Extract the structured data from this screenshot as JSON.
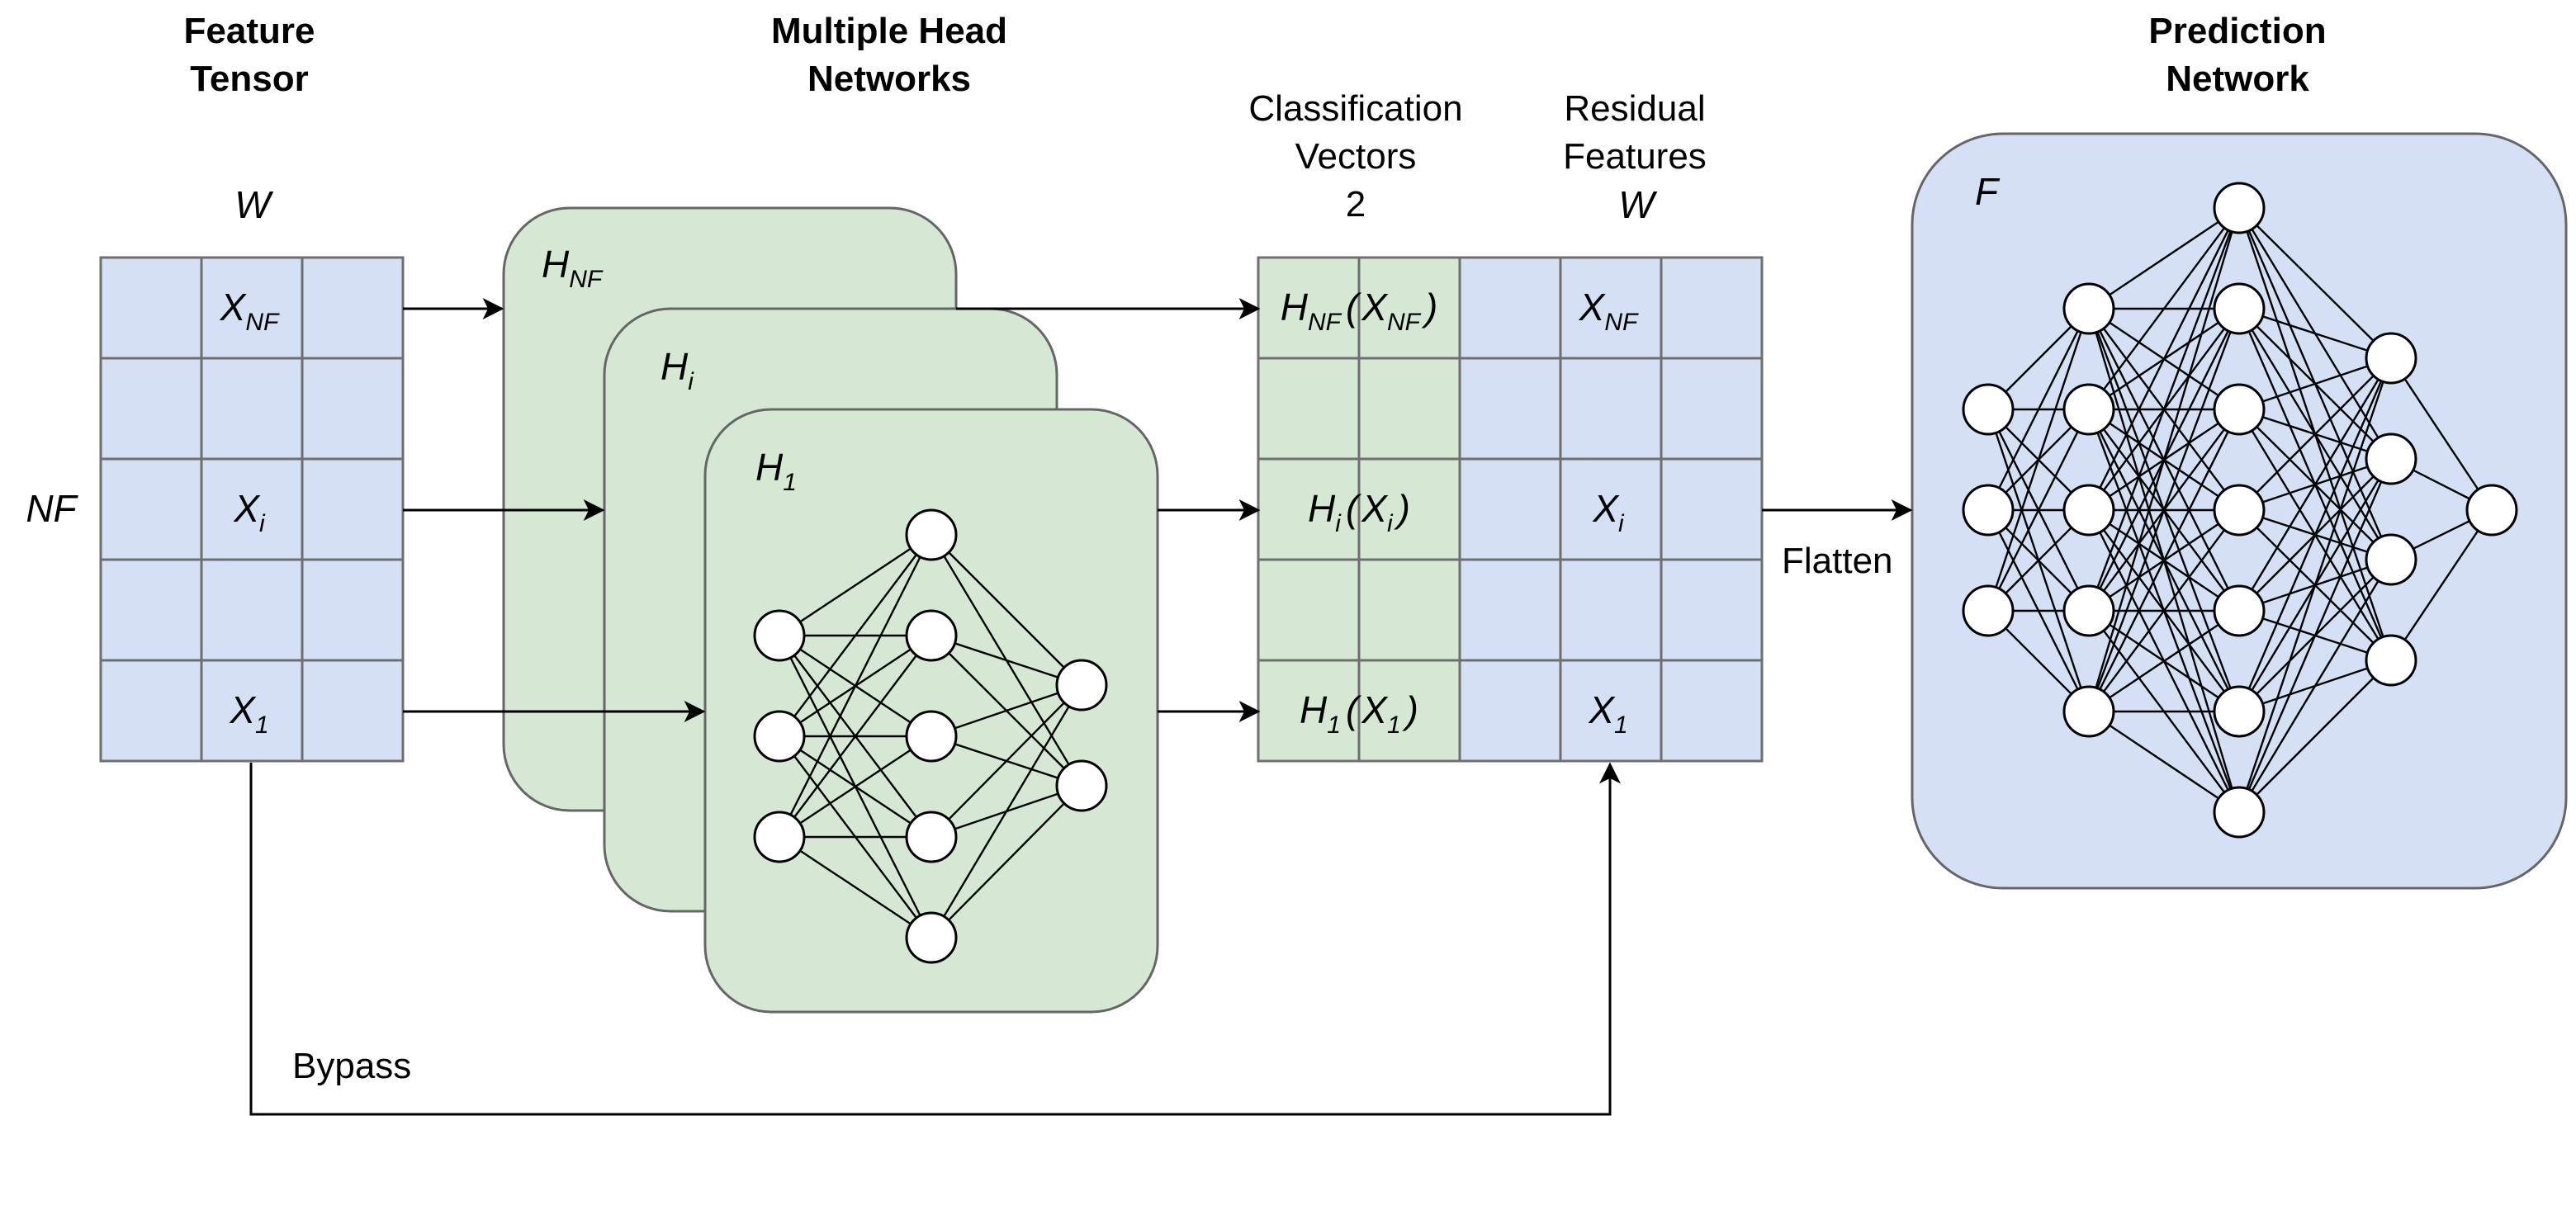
{
  "headers": {
    "feature_tensor_l1": "Feature",
    "feature_tensor_l2": "Tensor",
    "head_networks_l1": "Multiple Head",
    "head_networks_l2": "Networks",
    "prediction_l1": "Prediction",
    "prediction_l2": "Network"
  },
  "feature_tensor": {
    "width_label": "W",
    "height_label": "NF",
    "rows": [
      {
        "main": "X",
        "sub": "NF"
      },
      {
        "main": "",
        "sub": ""
      },
      {
        "main": "X",
        "sub": "i"
      },
      {
        "main": "",
        "sub": ""
      },
      {
        "main": "X",
        "sub": "1"
      }
    ]
  },
  "head_networks": [
    {
      "main": "H",
      "sub": "NF"
    },
    {
      "main": "H",
      "sub": "i"
    },
    {
      "main": "H",
      "sub": "1"
    }
  ],
  "classification_vectors": {
    "title_l1": "Classification",
    "title_l2": "Vectors",
    "count_label": "2",
    "rows": [
      {
        "h": "H",
        "h_sub": "NF",
        "x": "X",
        "x_sub": "NF",
        "open": "(",
        "close": ")"
      },
      {
        "h": "",
        "h_sub": "",
        "x": "",
        "x_sub": "",
        "open": "",
        "close": ""
      },
      {
        "h": "H",
        "h_sub": "i",
        "x": "X",
        "x_sub": "i",
        "open": "(",
        "close": ")"
      },
      {
        "h": "",
        "h_sub": "",
        "x": "",
        "x_sub": "",
        "open": "",
        "close": ""
      },
      {
        "h": "H",
        "h_sub": "1",
        "x": "X",
        "x_sub": "1",
        "open": "(",
        "close": ")"
      }
    ]
  },
  "residual_features": {
    "title_l1": "Residual",
    "title_l2": "Features",
    "width_label": "W",
    "rows": [
      {
        "main": "X",
        "sub": "NF"
      },
      {
        "main": "",
        "sub": ""
      },
      {
        "main": "X",
        "sub": "i"
      },
      {
        "main": "",
        "sub": ""
      },
      {
        "main": "X",
        "sub": "1"
      }
    ]
  },
  "prediction_network": {
    "label": "F"
  },
  "edges": {
    "flatten_label": "Flatten",
    "bypass_label": "Bypass"
  },
  "colors": {
    "blue_fill": "#d4e1f5",
    "green_fill": "#d5e8d4",
    "stroke": "#666666"
  }
}
